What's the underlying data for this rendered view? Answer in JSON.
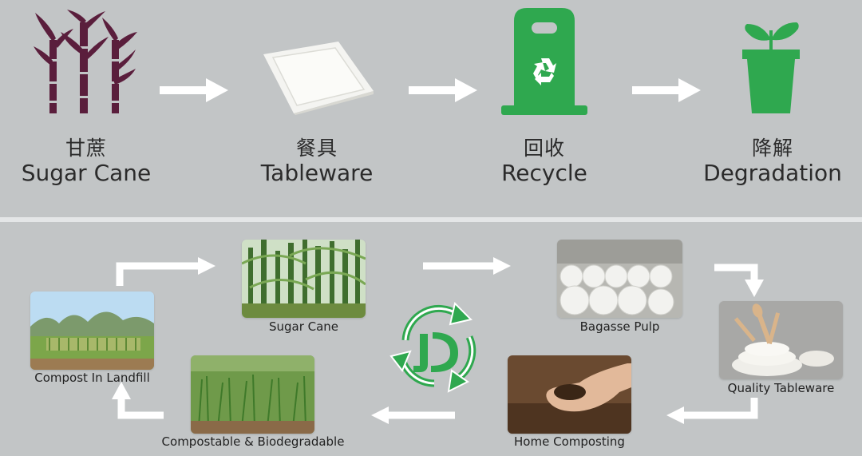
{
  "top_flow": {
    "steps": [
      {
        "zh": "甘蔗",
        "en": "Sugar Cane",
        "icon": "sugar-cane-icon"
      },
      {
        "zh": "餐具",
        "en": "Tableware",
        "icon": "plate-icon"
      },
      {
        "zh": "回收",
        "en": "Recycle",
        "icon": "recycle-bin-icon"
      },
      {
        "zh": "降解",
        "en": "Degradation",
        "icon": "sprout-pot-icon"
      }
    ]
  },
  "cycle": {
    "logo_icon": "jd-recycle-logo-icon",
    "nodes": [
      {
        "label": "Sugar Cane",
        "image": "sugar-cane-field-photo"
      },
      {
        "label": "Bagasse Pulp",
        "image": "bagasse-pulp-rolls-photo"
      },
      {
        "label": "Quality Tableware",
        "image": "tableware-photo"
      },
      {
        "label": "Home Composting",
        "image": "hand-soil-photo"
      },
      {
        "label": "Compostable & Biodegradable",
        "image": "grass-field-photo"
      },
      {
        "label": "Compost In Landfill",
        "image": "landfill-landscape-photo"
      }
    ]
  },
  "colors": {
    "background": "#c2c5c6",
    "cane_purple": "#5a1e3c",
    "green": "#2fa84f",
    "arrow_white": "#ffffff"
  }
}
